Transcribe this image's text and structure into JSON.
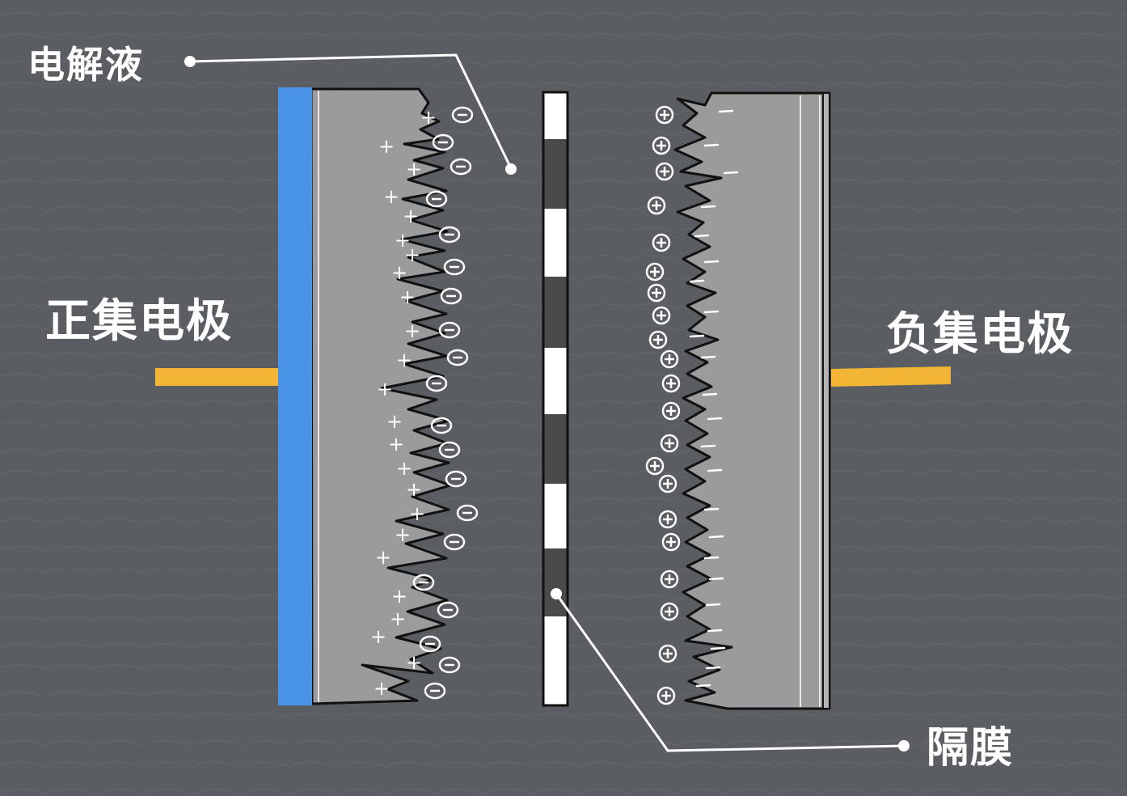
{
  "labels": {
    "electrolyte": "电解液",
    "positive_collector": "正集电极",
    "negative_collector": "负集电极",
    "separator": "隔膜"
  },
  "colors": {
    "background": "#5a5e62",
    "electrode_fill": "#9b9b9b",
    "positive_collector_plate": "#4a94e8",
    "terminal": "#f2b536",
    "outline": "#111111",
    "separator_dark": "#4a4a4a",
    "separator_light": "#ffffff",
    "ion_marks": "#ffffff"
  },
  "marks": {
    "positive_electrode_charge": "+",
    "electrolyte_anion": "⊖",
    "electrolyte_cation": "⊕",
    "negative_electrode_charge": "−"
  }
}
